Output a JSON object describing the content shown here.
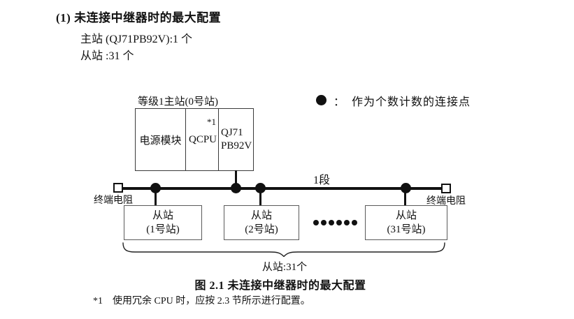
{
  "page": {
    "heading": "(1) 未连接中继器时的最大配置",
    "master_line": "主站 (QJ71PB92V):1 个",
    "slave_line": "从站 :31 个"
  },
  "diagram": {
    "master_label": "等级1主站(0号站)",
    "master": {
      "power": "电源模块",
      "cpu": "QCPU",
      "cpu_note": "*1",
      "module_line1": "QJ71",
      "module_line2": "PB92V"
    },
    "legend": {
      "colon": "：",
      "text": "作为个数计数的连接点"
    },
    "segment_label": "1段",
    "terminator_left": "终端电阻",
    "terminator_right": "终端电阻",
    "slaves": [
      {
        "line1": "从站",
        "line2": "(1号站)"
      },
      {
        "line1": "从站",
        "line2": "(2号站)"
      },
      {
        "line1": "从站",
        "line2": "(31号站)"
      }
    ],
    "brace_label": "从站:31个",
    "colors": {
      "ink": "#111111",
      "box_border": "#555555"
    }
  },
  "caption": "图 2.1 未连接中继器时的最大配置",
  "footnote": {
    "marker": "*1",
    "text": "使用冗余 CPU 时，应按 2.3 节所示进行配置。"
  }
}
